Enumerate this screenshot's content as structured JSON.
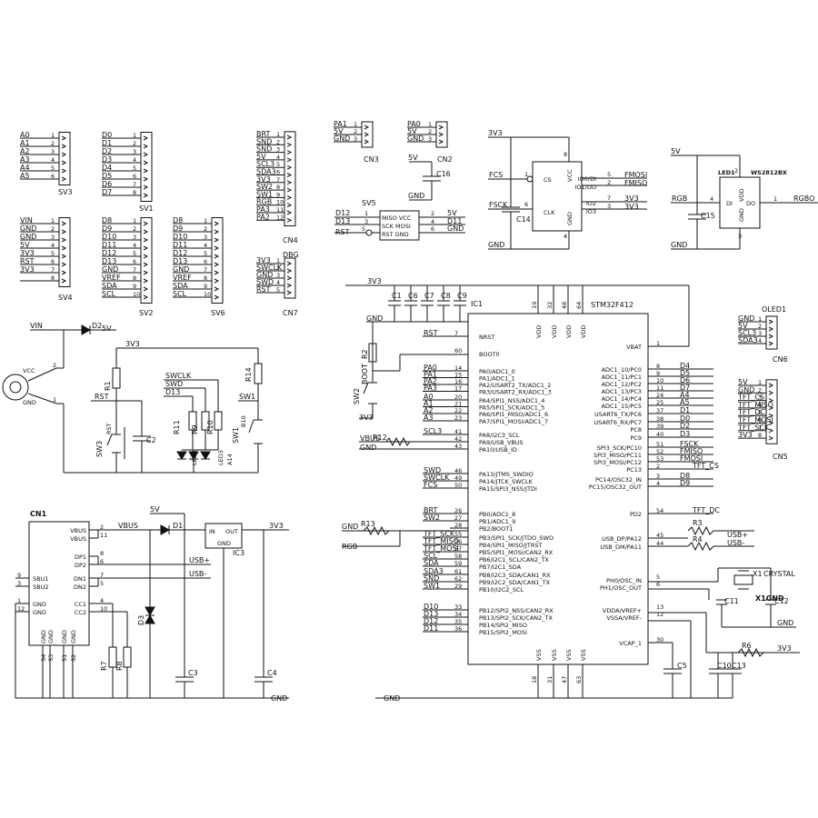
{
  "colors": {
    "ink": "#111111",
    "background": "#ffffff"
  },
  "connectors": {
    "sv3": {
      "ref": "SV3",
      "labels": [
        "A0",
        "A1",
        "A2",
        "A3",
        "A4",
        "A5"
      ],
      "pins": [
        "1",
        "2",
        "3",
        "4",
        "5",
        "6"
      ]
    },
    "sv1": {
      "ref": "SV1",
      "labels": [
        "D0",
        "D1",
        "D2",
        "D3",
        "D4",
        "D5",
        "D6",
        "D7"
      ],
      "pins": [
        "1",
        "2",
        "3",
        "4",
        "5",
        "6",
        "7",
        "8"
      ]
    },
    "sv4": {
      "ref": "SV4",
      "labels": [
        "VIN",
        "GND",
        "GND",
        "5V",
        "3V3",
        "RST",
        "3V3",
        ""
      ],
      "pins": [
        "1",
        "2",
        "3",
        "4",
        "5",
        "6",
        "7",
        "8"
      ]
    },
    "sv2": {
      "ref": "SV2",
      "labels": [
        "D8",
        "D9",
        "D10",
        "D11",
        "D12",
        "D13",
        "GND",
        "VREF",
        "SDA",
        "SCL"
      ],
      "pins": [
        "1",
        "2",
        "3",
        "4",
        "5",
        "6",
        "7",
        "8",
        "9",
        "10"
      ]
    },
    "sv6": {
      "ref": "SV6",
      "labels": [
        "D8",
        "D9",
        "D10",
        "D11",
        "D12",
        "D13",
        "GND",
        "VREF",
        "SDA",
        "SCL"
      ],
      "pins": [
        "1",
        "2",
        "3",
        "4",
        "5",
        "6",
        "7",
        "8",
        "9",
        "10"
      ]
    },
    "cn4": {
      "ref": "CN4",
      "labels": [
        "BRT",
        "SND",
        "SND",
        "5V",
        "SCL3",
        "SDA3",
        "3V3",
        "SW2",
        "SW1",
        "RGB",
        "PA3",
        "PA2"
      ],
      "pins": [
        "1",
        "2",
        "3",
        "4",
        "5",
        "6",
        "7",
        "8",
        "9",
        "10",
        "11",
        "12"
      ]
    },
    "cn7": {
      "ref": "CN7",
      "title": "DBG",
      "labels": [
        "3V3",
        "SWCLK",
        "GND",
        "SWD",
        "RST"
      ],
      "pins": [
        "1",
        "2",
        "3",
        "4",
        "5"
      ]
    },
    "cn3": {
      "ref": "CN3",
      "labels": [
        "PA1",
        "5V",
        "GND"
      ],
      "pins": [
        "1",
        "2",
        "3"
      ]
    },
    "cn2": {
      "ref": "CN2",
      "labels": [
        "PA0",
        "5V",
        "GND"
      ],
      "pins": [
        "1",
        "2",
        "3"
      ]
    },
    "cn6": {
      "ref": "CN6",
      "title": "OLED1",
      "labels": [
        "GND",
        "5V",
        "SCL3",
        "SDA3"
      ],
      "pins": [
        "1",
        "2",
        "3",
        "4"
      ]
    },
    "cn5": {
      "ref": "CN5",
      "labels": [
        "5V",
        "GND",
        "TFT_CS",
        "TFT_MISO",
        "TFT_DC",
        "TFT_MOSI",
        "TFT_SCK",
        "3V3"
      ],
      "pins": [
        "1",
        "2",
        "3",
        "4",
        "5",
        "6",
        "7",
        "8"
      ]
    }
  },
  "sv5": {
    "ref": "SV5",
    "body": [
      "MISO VCC",
      "SCK MOSI",
      "RST GND"
    ],
    "left_labels": [
      "D12",
      "D13",
      "RST"
    ],
    "left_pins": [
      "1",
      "3",
      "5"
    ],
    "right_labels": [
      "5V",
      "D11",
      "GND"
    ],
    "right_pins": [
      "2",
      "4",
      "6"
    ]
  },
  "cap_c16": {
    "ref": "C16",
    "net_top": "5V",
    "net_bottom": "GND"
  },
  "flash": {
    "net_3v3": "3V3",
    "cs_label": "FCS",
    "cs_pin": "1",
    "clk_label": "FSCK",
    "clk_pin": "6",
    "gnd_pin": "4",
    "vcc_pin": "8",
    "pins_right": [
      "5",
      "2",
      "7",
      "3"
    ],
    "nets_right": [
      "FMOSI",
      "FMISO",
      "3V3",
      "3V3"
    ],
    "inner": [
      "CS",
      "VCC",
      "IO0/DI",
      "IO1/DO",
      "CLK",
      "GND",
      "IO2",
      "IO3"
    ],
    "cap": "C14",
    "gnd": "GND"
  },
  "led": {
    "ref": "LED1",
    "part": "WS2812BX",
    "net_5v": "5V",
    "din": "RGB",
    "dout": "RGBO",
    "pin_di": "4",
    "pin_do": "1",
    "pin_vdd": "2",
    "pin_gnd": "3",
    "inner": [
      "DI",
      "VDD",
      "GND",
      "DO"
    ],
    "cap": "C15",
    "gnd": "GND"
  },
  "power_jack": {
    "vin": "VIN",
    "vcc": "VCC",
    "gnd": "GND",
    "pin2": "2",
    "pin1": "1",
    "diode": "D2",
    "net_5v": "5V"
  },
  "reset_section": {
    "net_3v3": "3V3",
    "r1": "R1",
    "rst": "RST",
    "sw3": "SW3",
    "sw3_label": "RST",
    "c2": "C2",
    "swclk": "SWCLK",
    "swd": "SWD",
    "d13": "D13",
    "r11": "R11",
    "r9": "R9",
    "r10": "R10",
    "r14": "R14",
    "led_labels": [
      "LED2",
      "LED3"
    ],
    "sw1": "SW1",
    "sw1_label": "B10",
    "sw1_net": "SW1",
    "a14": "A14"
  },
  "mcu": {
    "ref": "IC1",
    "part": "STM32F412",
    "net_3v3": "3V3",
    "gnd": "GND",
    "caps": [
      "C1",
      "C6",
      "C7",
      "C8",
      "C9"
    ],
    "vdd_pins": [
      "19",
      "32",
      "48",
      "64"
    ],
    "vdd_label": "VDD",
    "vss_pins": [
      "18",
      "31",
      "47",
      "63"
    ],
    "vss_label": "VSS",
    "left_pins": [
      {
        "net": "RST",
        "pin": "7",
        "fn": "NRST"
      },
      {
        "net": "",
        "pin": "60",
        "fn": "BOOT0"
      },
      {
        "net": "PA0",
        "pin": "14",
        "fn": "PA0/ADC1_0"
      },
      {
        "net": "PA1",
        "pin": "15",
        "fn": "PA1/ADC1_1"
      },
      {
        "net": "PA2",
        "pin": "16",
        "fn": "PA2/USART2_TX/ADC1_2"
      },
      {
        "net": "PA3",
        "pin": "17",
        "fn": "PA3/USART2_RX/ADC1_3"
      },
      {
        "net": "A0",
        "pin": "20",
        "fn": "PA4/SPI1_NSS/ADC1_4"
      },
      {
        "net": "A1",
        "pin": "21",
        "fn": "PA5/SPI1_SCK/ADC1_5"
      },
      {
        "net": "A2",
        "pin": "22",
        "fn": "PA6/SPI1_MISO/ADC1_6"
      },
      {
        "net": "A3",
        "pin": "23",
        "fn": "PA7/SPI1_MOSI/ADC1_7"
      },
      {
        "net": "SCL3",
        "pin": "41",
        "fn": "PA8/I2C3_SCL"
      },
      {
        "net": "VBUS",
        "pin": "42",
        "fn": "PA9/USB_VBUS"
      },
      {
        "net": "GND",
        "pin": "43",
        "fn": "PA10/USB_ID"
      },
      {
        "net": "SWD",
        "pin": "46",
        "fn": "PA13/JTMS_SWDIO"
      },
      {
        "net": "SWCLK",
        "pin": "49",
        "fn": "PA14/JTCK_SWCLK"
      },
      {
        "net": "FCS",
        "pin": "50",
        "fn": "PA15/SPI3_NSS/JTDI"
      },
      {
        "net": "BRT",
        "pin": "26",
        "fn": "PB0/ADC1_8"
      },
      {
        "net": "SW2",
        "pin": "27",
        "fn": "PB1/ADC1_9"
      },
      {
        "net": "",
        "pin": "28",
        "fn": "PB2/BOOT1"
      },
      {
        "net": "TFT_SCK",
        "pin": "55",
        "fn": "PB3/SPI1_SCK/JTDO_SWO"
      },
      {
        "net": "TFT_MISO",
        "pin": "56",
        "fn": "PB4/SPI1_MISO/JTRST"
      },
      {
        "net": "TFT_MOSI",
        "pin": "57",
        "fn": "PB5/SPI1_MOSI/CAN2_RX"
      },
      {
        "net": "SCL",
        "pin": "58",
        "fn": "PB6/I2C1_SCL/CAN2_TX"
      },
      {
        "net": "SDA",
        "pin": "59",
        "fn": "PB7/I2C1_SDA"
      },
      {
        "net": "SDA3",
        "pin": "61",
        "fn": "PB8/I2C3_SDA/CAN1_RX"
      },
      {
        "net": "SND",
        "pin": "62",
        "fn": "PB9/I2C2_SDA/CAN1_TX"
      },
      {
        "net": "SW1",
        "pin": "29",
        "fn": "PB10/I2C2_SCL"
      },
      {
        "net": "D10",
        "pin": "33",
        "fn": "PB12/SPI2_NSS/CAN2_RX"
      },
      {
        "net": "D13",
        "pin": "34",
        "fn": "PB13/SPI2_SCK/CAN2_TX"
      },
      {
        "net": "D12",
        "pin": "35",
        "fn": "PB14/SPI2_MISO"
      },
      {
        "net": "D11",
        "pin": "36",
        "fn": "PB15/SPI2_MOSI"
      }
    ],
    "right_pins": [
      {
        "net": "",
        "pin": "1",
        "fn": "VBAT"
      },
      {
        "net": "D4",
        "pin": "8",
        "fn": "ADC1_10/PC0"
      },
      {
        "net": "D5",
        "pin": "9",
        "fn": "ADC1_11/PC1"
      },
      {
        "net": "D6",
        "pin": "10",
        "fn": "ADC1_12/PC2"
      },
      {
        "net": "D7",
        "pin": "11",
        "fn": "ADC1_13/PC3"
      },
      {
        "net": "A4",
        "pin": "24",
        "fn": "ADC1_14/PC4"
      },
      {
        "net": "A5",
        "pin": "25",
        "fn": "ADC1_15/PC5"
      },
      {
        "net": "D1",
        "pin": "37",
        "fn": "USART6_TX/PC6"
      },
      {
        "net": "D0",
        "pin": "38",
        "fn": "USART6_RX/PC7"
      },
      {
        "net": "D2",
        "pin": "39",
        "fn": "PC8"
      },
      {
        "net": "D3",
        "pin": "40",
        "fn": "PC9"
      },
      {
        "net": "FSCK",
        "pin": "51",
        "fn": "SPI3_SCK/PC10"
      },
      {
        "net": "FMISO",
        "pin": "52",
        "fn": "SPI3_MISO/PC11"
      },
      {
        "net": "FMOSI",
        "pin": "53",
        "fn": "SPI3_MOSI/PC12"
      },
      {
        "net": "TFT_CS",
        "pin": "2",
        "fn": "PC13"
      },
      {
        "net": "D8",
        "pin": "3",
        "fn": "PC14/OSC32_IN"
      },
      {
        "net": "D9",
        "pin": "4",
        "fn": "PC15/OSC32_OUT"
      },
      {
        "net": "TFT_DC",
        "pin": "54",
        "fn": "PD2"
      },
      {
        "net": "USB+",
        "pin": "45",
        "fn": "USB_DP/PA12"
      },
      {
        "net": "USB-",
        "pin": "44",
        "fn": "USB_DM/PA11"
      },
      {
        "net": "",
        "pin": "5",
        "fn": "PH0/OSC_IN"
      },
      {
        "net": "",
        "pin": "6",
        "fn": "PH1/OSC_OUT"
      },
      {
        "net": "",
        "pin": "13",
        "fn": "VDDA/VREF+"
      },
      {
        "net": "",
        "pin": "12",
        "fn": "VSSA/VREF-"
      },
      {
        "net": "",
        "pin": "30",
        "fn": "VCAP_1"
      }
    ],
    "boot": {
      "r2": "R2",
      "sw2": "SW2",
      "label": "BOOT",
      "net_3v3": "3V3"
    },
    "r12": "R12",
    "r13": "R13",
    "r13_net_left": "GND",
    "rgb_net": "RGB",
    "r3": "R3",
    "r4": "R4",
    "r6": "R6",
    "r6_net": "3V3",
    "crystal": {
      "ref": "X1",
      "label": "CRYSTAL",
      "gnd_label": "X1GND",
      "c11": "C11",
      "c12": "C12",
      "gnd": "GND"
    },
    "c5": "C5",
    "c10": "C10",
    "c13": "C13",
    "gnd_bottom": "GND"
  },
  "usb": {
    "ref": "CN1",
    "pins": [
      {
        "pin": "2",
        "fn": "VBUS"
      },
      {
        "pin": "11",
        "fn": "VBUS"
      },
      {
        "pin": "8",
        "fn": "DP1"
      },
      {
        "pin": "6",
        "fn": "DP2"
      },
      {
        "pin": "9",
        "fn": "SBU1"
      },
      {
        "pin": "3",
        "fn": "SBU2"
      },
      {
        "pin": "7",
        "fn": "DN1"
      },
      {
        "pin": "5",
        "fn": "DN2"
      },
      {
        "pin": "1",
        "fn": "GND"
      },
      {
        "pin": "12",
        "fn": "GND"
      },
      {
        "pin": "4",
        "fn": "CC1"
      },
      {
        "pin": "10",
        "fn": "CC2"
      }
    ],
    "bottom_pins": [
      "S4",
      "S3",
      "S1",
      "S2"
    ],
    "bottom_labels": [
      "GND",
      "GND",
      "GND",
      "GND"
    ],
    "vbus_net": "VBUS",
    "usbp": "USB+",
    "usbm": "USB-",
    "d1": "D1",
    "d3": "D3",
    "r7": "R7",
    "r8": "R8",
    "reg": "IC3",
    "reg_in": "IN",
    "reg_out": "OUT",
    "reg_gnd": "GND",
    "net_5v": "5V",
    "net_3v3": "3V3",
    "c3": "C3",
    "c4": "C4",
    "gnd": "GND"
  }
}
